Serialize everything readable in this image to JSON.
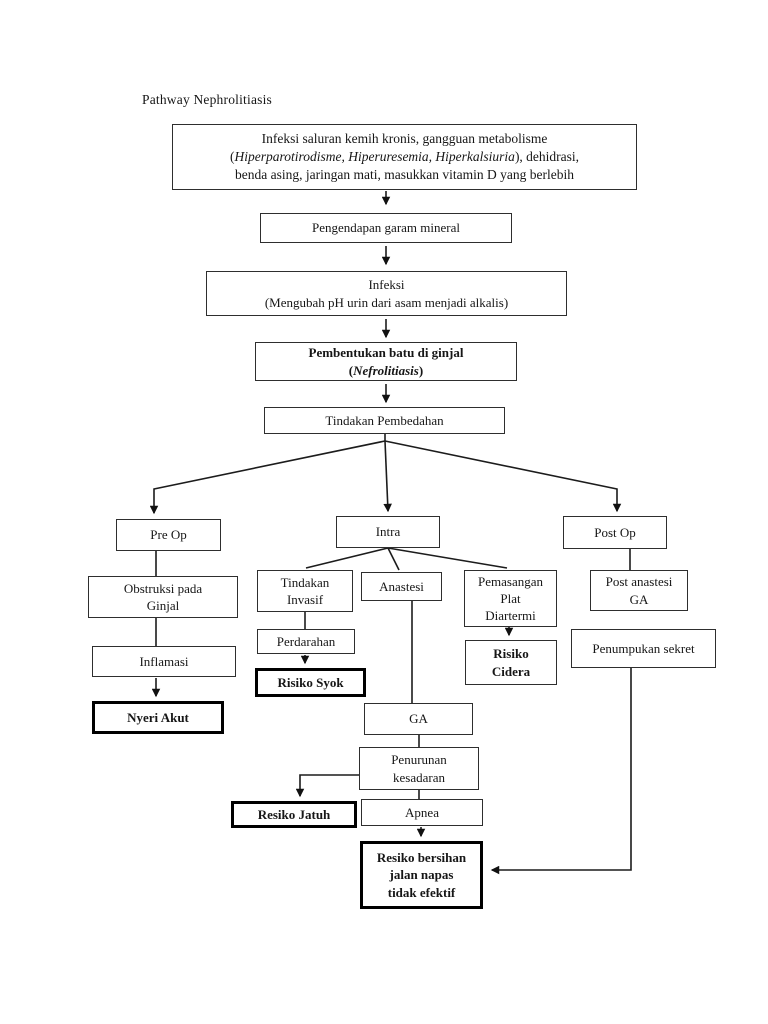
{
  "page": {
    "title": "Pathway Nephrolitiasis",
    "ink_color": "#1c1c1c",
    "background": "#ffffff"
  },
  "nodes": {
    "causes": {
      "line1": "Infeksi saluran kemih kronis, gangguan metabolisme",
      "line2_open": "(",
      "line2_italic": "Hiperparotirodisme, Hiperuresemia, Hiperkalsiuria",
      "line2_rest": "), dehidrasi,",
      "line3": "benda asing, jaringan mati, masukkan vitamin D yang berlebih"
    },
    "pengendapan": {
      "label": "Pengendapan garam mineral"
    },
    "infeksi": {
      "line1": "Infeksi",
      "line2": "(Mengubah pH urin dari asam menjadi alkalis)"
    },
    "pembentukan": {
      "line1": "Pembentukan batu di ginjal",
      "open": "(",
      "italic": "Nefrolitiasis",
      "close": ")"
    },
    "tindakan_pembedahan": {
      "label": "Tindakan Pembedahan"
    },
    "pre_op": {
      "label": "Pre Op"
    },
    "intra": {
      "label": "Intra"
    },
    "post_op": {
      "label": "Post Op"
    },
    "obstruksi": {
      "line1": "Obstruksi pada",
      "line2": "Ginjal"
    },
    "inflamasi": {
      "label": "Inflamasi"
    },
    "nyeri_akut": {
      "label": "Nyeri Akut"
    },
    "tindakan_invasif": {
      "line1": "Tindakan",
      "line2": "Invasif"
    },
    "anastesi": {
      "label": "Anastesi"
    },
    "pemasangan": {
      "line1": "Pemasangan",
      "line2": "Plat",
      "line3": "Diartermi"
    },
    "perdarahan": {
      "label": "Perdarahan"
    },
    "risiko_syok": {
      "label": "Risiko Syok"
    },
    "risiko_cidera": {
      "line1": "Risiko",
      "line2": "Cidera"
    },
    "post_anastesi": {
      "line1": "Post anastesi",
      "line2": "GA"
    },
    "penumpukan_sekret": {
      "label": "Penumpukan sekret"
    },
    "ga": {
      "label": "GA"
    },
    "penurunan_kesadaran": {
      "line1": "Penurunan",
      "line2": "kesadaran"
    },
    "resiko_jatuh": {
      "label": "Resiko Jatuh"
    },
    "apnea": {
      "label": "Apnea"
    },
    "bersihan": {
      "line1": "Resiko bersihan",
      "line2": "jalan napas",
      "line3": "tidak efektif"
    }
  }
}
